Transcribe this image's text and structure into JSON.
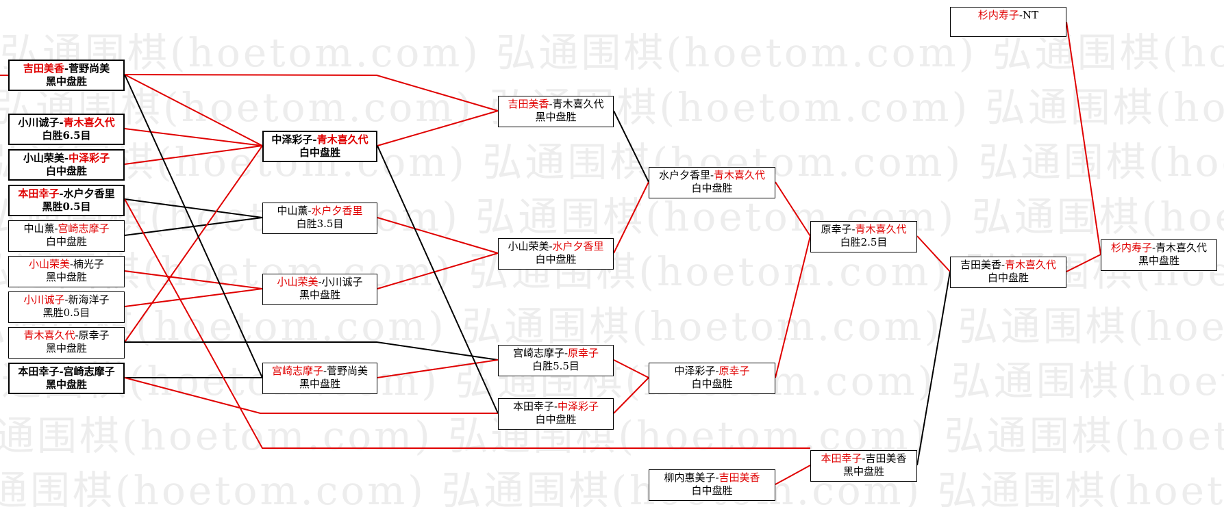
{
  "watermark": "弘通围棋(hoetom.com) 弘通围棋(hoetom.com) 弘通围棋(hoetom.com)",
  "colors": {
    "winner": "#e00000",
    "loser": "#000000",
    "watermark": "#ededed"
  },
  "matches": {
    "m1": {
      "p1": "吉田美香",
      "sep": "-",
      "p2": "菅野尚美",
      "winner": 1,
      "result": "黑中盘胜"
    },
    "m2": {
      "p1": "小川诚子",
      "sep": "-",
      "p2": "青木喜久代",
      "winner": 2,
      "result": "白胜6.5目"
    },
    "m3": {
      "p1": "小山荣美",
      "sep": "-",
      "p2": "中泽彩子",
      "winner": 2,
      "result": "白中盘胜"
    },
    "m4": {
      "p1": "本田幸子",
      "sep": "-",
      "p2": "水户夕香里",
      "winner": 1,
      "result": "黑胜0.5目"
    },
    "m5": {
      "p1": "中山薰",
      "sep": "-",
      "p2": "宫崎志摩子",
      "winner": 2,
      "result": "白中盘胜"
    },
    "m6": {
      "p1": "小山荣美",
      "sep": "-",
      "p2": "楠光子",
      "winner": 1,
      "result": "黑中盘胜"
    },
    "m7": {
      "p1": "小川诚子",
      "sep": "-",
      "p2": "新海洋子",
      "winner": 1,
      "result": "黑胜0.5目"
    },
    "m8": {
      "p1": "青木喜久代",
      "sep": "-",
      "p2": "原幸子",
      "winner": 1,
      "result": "黑中盘胜"
    },
    "m9": {
      "p1": "本田幸子",
      "sep": "-",
      "p2": "宫崎志摩子",
      "winner": 0,
      "result": "黑中盘胜"
    },
    "m10": {
      "p1": "中泽彩子",
      "sep": "-",
      "p2": "青木喜久代",
      "winner": 2,
      "result": "白中盘胜"
    },
    "m11": {
      "p1": "中山薰",
      "sep": "-",
      "p2": "水户夕香里",
      "winner": 2,
      "result": "白胜3.5目"
    },
    "m12": {
      "p1": "小山荣美",
      "sep": "-",
      "p2": "小川诚子",
      "winner": 1,
      "result": "黑中盘胜"
    },
    "m13": {
      "p1": "宫崎志摩子",
      "sep": "-",
      "p2": "菅野尚美",
      "winner": 1,
      "result": "黑中盘胜"
    },
    "m14": {
      "p1": "吉田美香",
      "sep": "-",
      "p2": "青木喜久代",
      "winner": 1,
      "result": "黑中盘胜"
    },
    "m15": {
      "p1": "小山荣美",
      "sep": "-",
      "p2": "水户夕香里",
      "winner": 2,
      "result": "白中盘胜"
    },
    "m16": {
      "p1": "宫崎志摩子",
      "sep": "-",
      "p2": "原幸子",
      "winner": 2,
      "result": "白胜5.5目"
    },
    "m17": {
      "p1": "本田幸子",
      "sep": "-",
      "p2": "中泽彩子",
      "winner": 2,
      "result": "白中盘胜"
    },
    "m18": {
      "p1": "水户夕香里",
      "sep": "-",
      "p2": "青木喜久代",
      "winner": 2,
      "result": "白中盘胜"
    },
    "m19": {
      "p1": "中泽彩子",
      "sep": "-",
      "p2": "原幸子",
      "winner": 2,
      "result": "白中盘胜"
    },
    "m20": {
      "p1": "柳内惠美子",
      "sep": "-",
      "p2": "吉田美香",
      "winner": 2,
      "result": "白中盘胜"
    },
    "m21": {
      "p1": "原幸子",
      "sep": "-",
      "p2": "青木喜久代",
      "winner": 2,
      "result": "白胜2.5目"
    },
    "m22": {
      "p1": "本田幸子",
      "sep": "-",
      "p2": "吉田美香",
      "winner": 1,
      "result": "黑中盘胜"
    },
    "m23": {
      "p1": "吉田美香",
      "sep": "-",
      "p2": "青木喜久代",
      "winner": 2,
      "result": "白中盘胜"
    },
    "m24": {
      "p1": "杉内寿子",
      "sep": "-",
      "p2": "NT",
      "winner": 1,
      "result": ""
    },
    "m25": {
      "p1": "杉内寿子",
      "sep": "-",
      "p2": "青木喜久代",
      "winner": 1,
      "result": "黑中盘胜"
    }
  }
}
